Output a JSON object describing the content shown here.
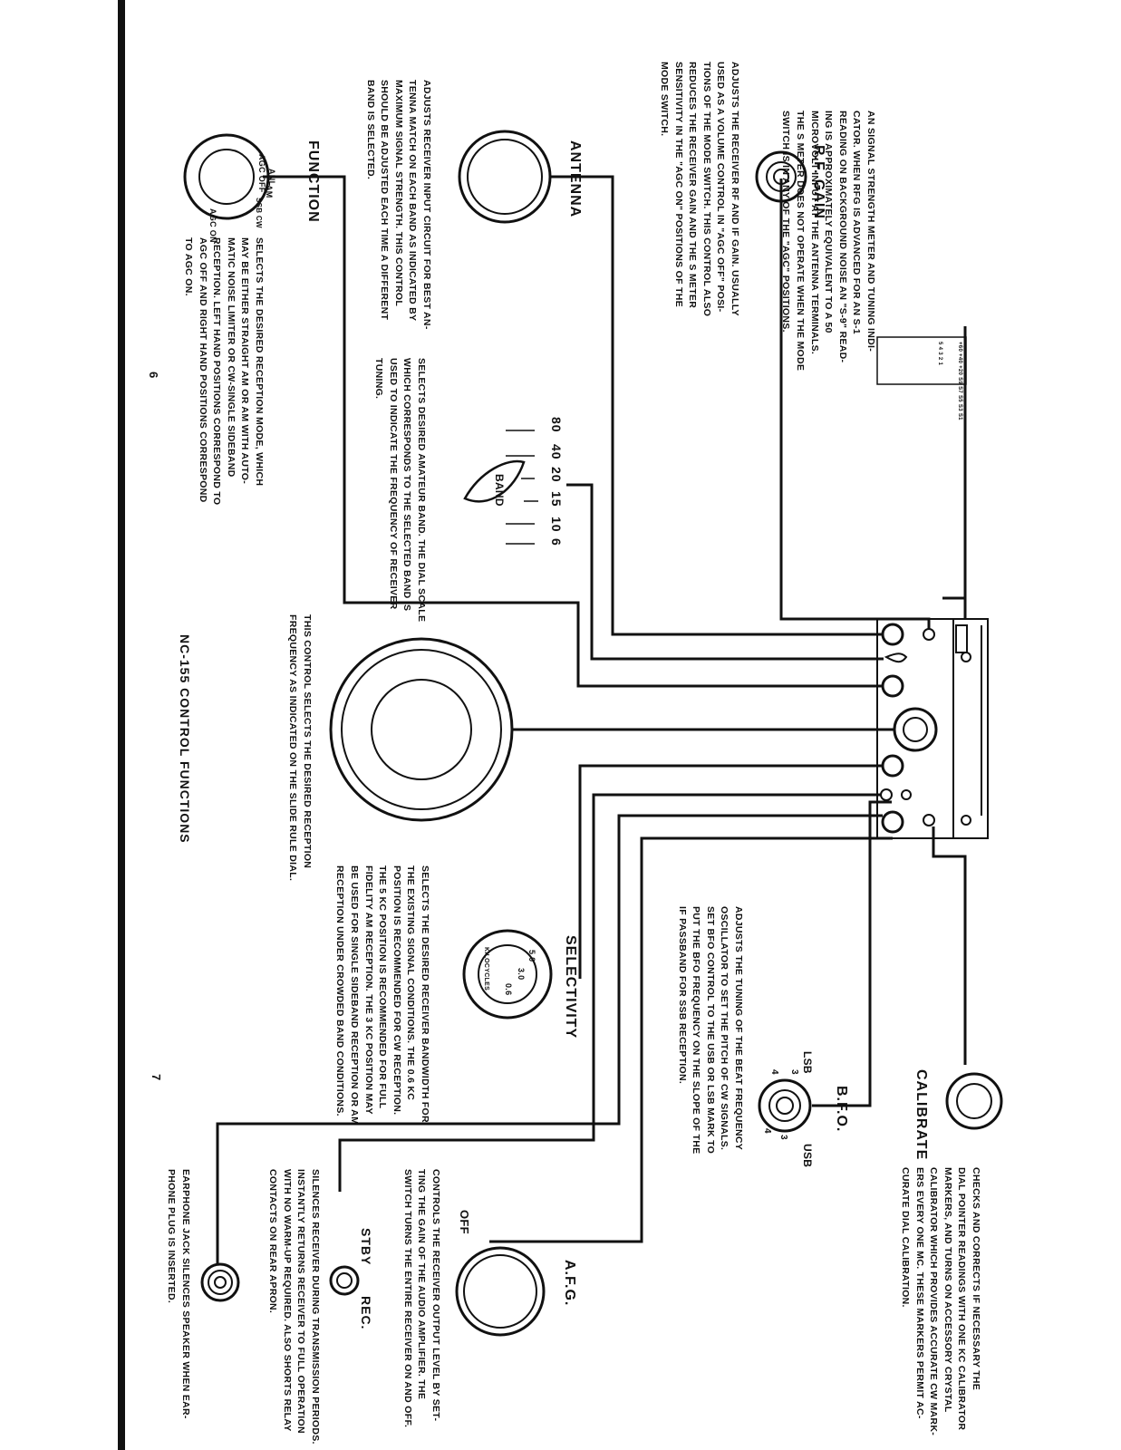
{
  "page_title": "NC-155  CONTROL  FUNCTIONS",
  "page_numbers": {
    "left": "6",
    "right": "7"
  },
  "controls": {
    "rf_gain": {
      "heading": "R.F. GAIN",
      "text": "ADJUSTS THE RECEIVER RF AND IF GAIN. USUALLY\nUSED AS A VOLUME CONTROL IN \"AGC OFF\" POSI-\nTIONS OF THE MODE SWITCH. THIS CONTROL ALSO\nREDUCES THE RECEIVER GAIN AND THE S METER\nSENSITIVITY IN THE \"AGC ON\" POSITIONS OF THE\nMODE SWITCH."
    },
    "s_meter": {
      "text": "AN SIGNAL STRENGTH METER AND TUNING INDI-\nCATOR. WHEN RFG IS ADVANCED FOR AN S-1\nREADING ON BACKGROUND NOISE AN \"S-9\" READ-\nING IS APPROXIMATELY EQUIVALENT TO A 50\nMICROVOLT INPUT AT THE ANTENNA TERMINALS.\nTHE S METER DOES NOT OPERATE WHEN THE MODE\nSWITCH IS IN ANY OF THE \"AGC\" POSITIONS."
    },
    "antenna": {
      "heading": "ANTENNA",
      "text": "ADJUSTS RECEIVER INPUT CIRCUIT FOR BEST AN-\nTENNA MATCH ON EACH BAND AS INDICATED BY\nMAXIMUM SIGNAL STRENGTH. THIS CONTROL\nSHOULD BE ADJUSTED EACH TIME A DIFFERENT\nBAND IS SELECTED."
    },
    "function": {
      "heading": "FUNCTION",
      "text": "SELECTS THE DESIRED RECEPTION MODE, WHICH\nMAY BE EITHER STRAIGHT AM OR AM WITH AUTO-\nMATIC NOISE LIMITER OR CW-SINGLE SIDEBAND\nRECEPTION. LEFT HAND POSITIONS CORRESPOND TO\nAGC OFF AND RIGHT HAND POSITIONS CORRESPOND\nTO AGC ON.",
      "dial_labels": [
        "AGC OFF",
        "ANL",
        "AM",
        "SSB CW",
        "SSB CW",
        "AM ANL",
        "AGC ON"
      ]
    },
    "band": {
      "knob_label": "BAND",
      "text": "SELECTS DESIRED AMATEUR BAND. THE DIAL SCALE\nWHICH CORRESPONDS TO THE SELECTED BAND IS\nUSED TO INDICATE THE FREQUENCY OF RECEIVER\nTUNING.",
      "bands": [
        "80",
        "40",
        "20",
        "15",
        "10",
        "6"
      ]
    },
    "tuning": {
      "text": "THIS CONTROL SELECTS THE DESIRED RECEPTION\nFREQUENCY AS INDICATED ON THE SLIDE RULE DIAL."
    },
    "selectivity": {
      "heading": "SELECTIVITY",
      "text": "SELECTS THE DESIRED RECEIVER BANDWIDTH FOR\nTHE EXISTING SIGNAL CONDITIONS. THE 0.6 KC\nPOSITION IS RECOMMENDED FOR CW RECEPTION.\nTHE 5 KC POSITION IS RECOMMENDED FOR FULL\nFIDELITY AM RECEPTION. THE 3 KC POSITION MAY\nBE USED FOR SINGLE SIDEBAND RECEPTION OR AM\nRECEPTION UNDER CROWDED BAND CONDITIONS.",
      "dial_labels": [
        "5.0",
        "3.0",
        "0.6",
        "KILOCYCLES"
      ]
    },
    "bfo": {
      "heading": "B.F.O.",
      "text": "ADJUSTS THE TUNING OF THE BEAT FREQUENCY\nOSCILLATOR TO SET THE PITCH OF CW SIGNALS.\nSET BFO CONTROL TO THE USB OR LSB MARK TO\nPUT THE BFO FREQUENCY ON THE SLOPE OF THE\nIF PASSBAND FOR SSB RECEPTION.",
      "lsb": "LSB",
      "usb": "USB",
      "marks": [
        "3",
        "4",
        "3",
        "4"
      ]
    },
    "calibrate": {
      "heading": "CALIBRATE",
      "text": "CHECKS AND CORRECTS IF NECESSARY THE\nDIAL POINTER READINGS WITH ONE KC CALIBRATOR\nMARKERS, AND TURNS ON ACCESSORY CRYSTAL\nCALIBRATOR WHICH PROVIDES ACCURATE CW MARK-\nERS EVERY ONE MC. THESE MARKERS PERMIT AC-\nCURATE DIAL CALIBRATION."
    },
    "afg": {
      "heading": "A.F.G.",
      "off_label": "OFF",
      "text": "CONTROLS THE RECEIVER OUTPUT LEVEL BY SET-\nTING THE GAIN OF THE AUDIO AMPLIFIER. THE\nSWITCH TURNS THE ENTIRE RECEIVER ON AND OFF."
    },
    "stby": {
      "heading_stby": "STBY",
      "heading_rec": "REC.",
      "text": "SILENCES RECEIVER DURING TRANSMISSION PERIODS.\nINSTANTLY RETURNS RECEIVER TO FULL OPERATION\nWITH NO WARM-UP REQUIRED. ALSO SHORTS RELAY\nCONTACTS ON REAR APRON."
    },
    "earphone": {
      "text": "EARPHONE JACK SILENCES SPEAKER WHEN EAR-\nPHONE PLUG IS INSERTED."
    }
  },
  "meter_scale": [
    "S1",
    "S3",
    "S5",
    "S7",
    "S9",
    "+20",
    "+40",
    "+60",
    "1",
    "2",
    "3",
    "4",
    "5"
  ]
}
